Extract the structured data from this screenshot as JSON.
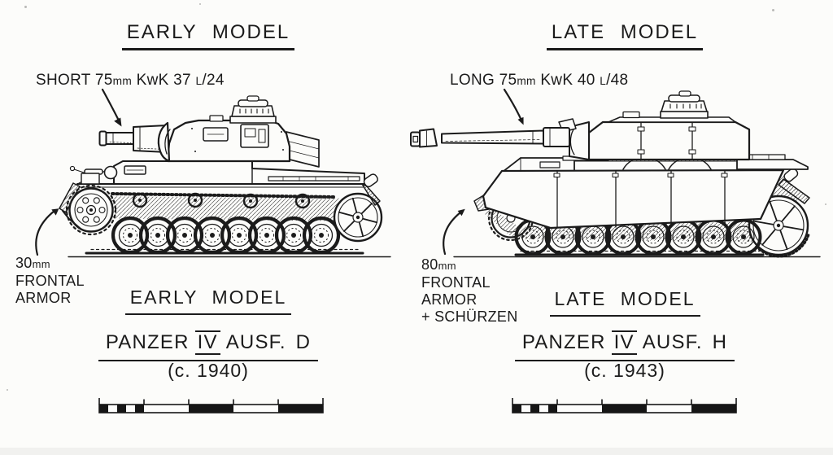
{
  "page": {
    "ink_color": "#1b1b1b",
    "paper_color": "#fcfcfa",
    "description": "Side-by-side comparison line drawing of Panzer IV early and late models"
  },
  "left": {
    "title": "EARLY MODEL",
    "gun_label": {
      "p1": "SHORT 75",
      "p2": "mm",
      "p3": " KwK 37 ",
      "p4": "L",
      "p5": "/24"
    },
    "armor": {
      "value": "30",
      "unit": "mm",
      "line2": "FRONTAL",
      "line3": "ARMOR"
    },
    "subtitle": "EARLY MODEL",
    "model": {
      "pre": "PANZER",
      "roman": "IV",
      "post": "AUSF. D"
    },
    "caption": "(c. 1940)",
    "drawing": "Panzer IV Ausf. D side profile with short gun, exposed running gear"
  },
  "right": {
    "title": "LATE MODEL",
    "gun_label": {
      "p1": "LONG 75",
      "p2": "mm",
      "p3": " KwK 40 ",
      "p4": "L",
      "p5": "/48"
    },
    "armor": {
      "value": "80",
      "unit": "mm",
      "line2": "FRONTAL",
      "line3": "ARMOR",
      "line4": "+ SCHÜRZEN"
    },
    "subtitle": "LATE MODEL",
    "model": {
      "pre": "PANZER",
      "roman": "IV",
      "post": "AUSF. H"
    },
    "caption": "(c. 1943)",
    "drawing": "Panzer IV Ausf. H side profile with long gun, muzzle brake, hull and turret Schürzen skirts"
  },
  "scale_bars": {
    "count": 2,
    "segments": 5,
    "first_segment_subdivisions": 5
  }
}
